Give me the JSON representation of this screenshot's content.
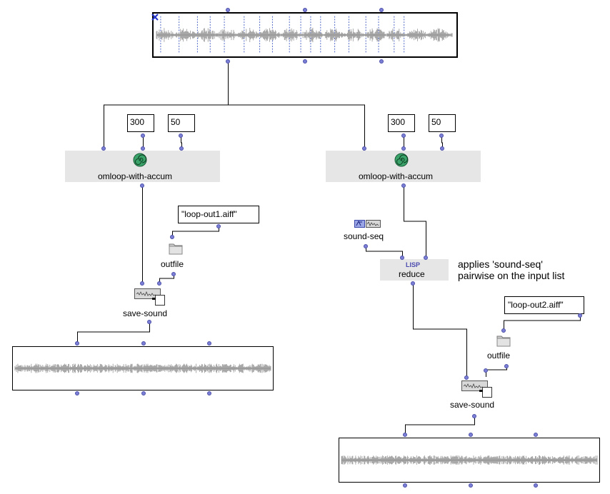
{
  "patch": {
    "left_branch": {
      "num_a": "300",
      "num_b": "50",
      "loop_label": "omloop-with-accum",
      "filename": "\"loop-out1.aiff\"",
      "outfile_label": "outfile",
      "save_label": "save-sound"
    },
    "right_branch": {
      "num_a": "300",
      "num_b": "50",
      "loop_label": "omloop-with-accum",
      "seq_label": "sound-seq",
      "lisp_tag": "LISP",
      "reduce_label": "reduce",
      "comment_line1": "applies 'sound-seq'",
      "comment_line2": "pairwise on the input list",
      "filename": "\"loop-out2.aiff\"",
      "outfile_label": "outfile",
      "save_label": "save-sound"
    }
  },
  "colors": {
    "port": "#7b7fd6",
    "waveform": "#a8a8a8",
    "marker": "#4a63c7",
    "box_bg": "#e6e6e6",
    "loop_icon": "#2e8b57"
  }
}
